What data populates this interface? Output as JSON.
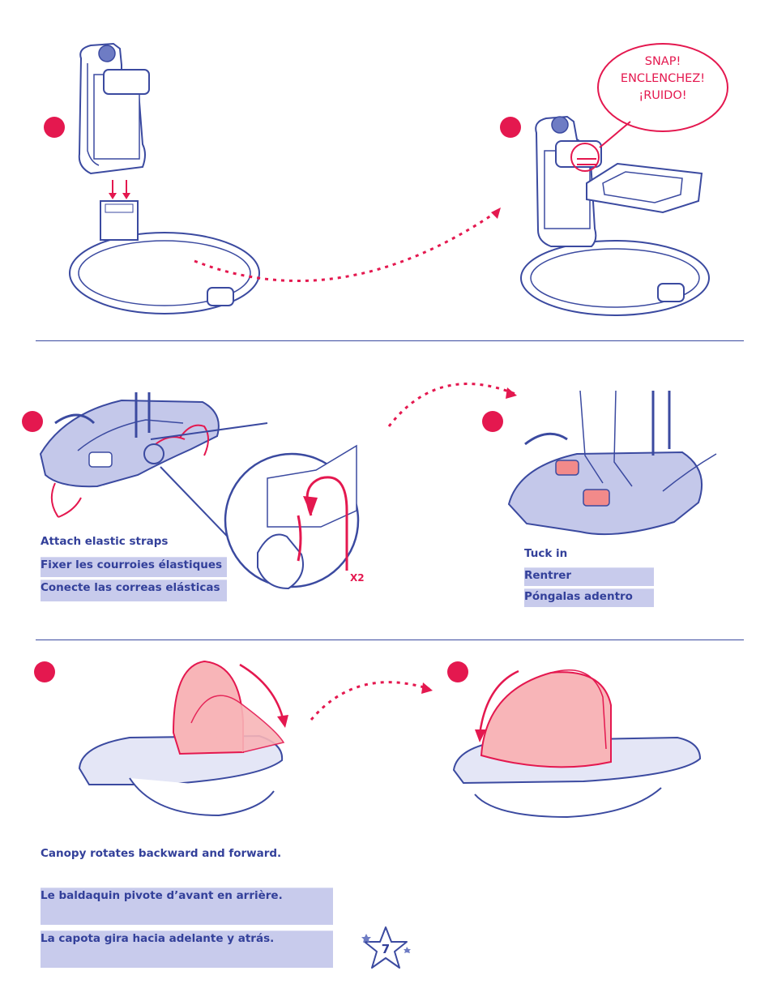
{
  "bubble": {
    "line1": "SNAP!",
    "line2": "ENCLENCHEZ!",
    "line3": "¡RUIDO!"
  },
  "section2": {
    "left_captions": [
      "Attach elastic straps",
      "Fixer les courroies élastiques",
      "Conecte las correas elásticas"
    ],
    "repeat_label": "X2",
    "right_captions": [
      "Tuck in",
      "Rentrer",
      "Póngalas adentro"
    ]
  },
  "section3": {
    "captions": [
      "Canopy rotates backward and forward.",
      "Le baldaquin pivote d’avant en arrière.",
      "La capota gira hacia adelante y atrás."
    ]
  },
  "page_number": "7",
  "colors": {
    "accent_red": "#e4184f",
    "line_blue": "#3b4aa0",
    "caption_blue": "#33409a",
    "band_lavender": "#c8cbec"
  }
}
